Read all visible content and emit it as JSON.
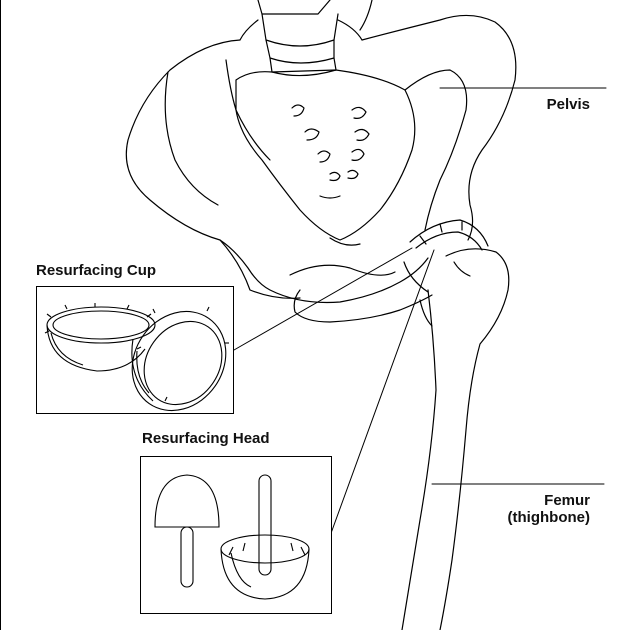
{
  "diagram": {
    "labels": {
      "pelvis": "Pelvis",
      "femur_line1": "Femur",
      "femur_line2": "(thighbone)",
      "resurfacing_cup": "Resurfacing Cup",
      "resurfacing_head": "Resurfacing Head"
    },
    "colors": {
      "line": "#000000",
      "background": "#ffffff"
    }
  }
}
